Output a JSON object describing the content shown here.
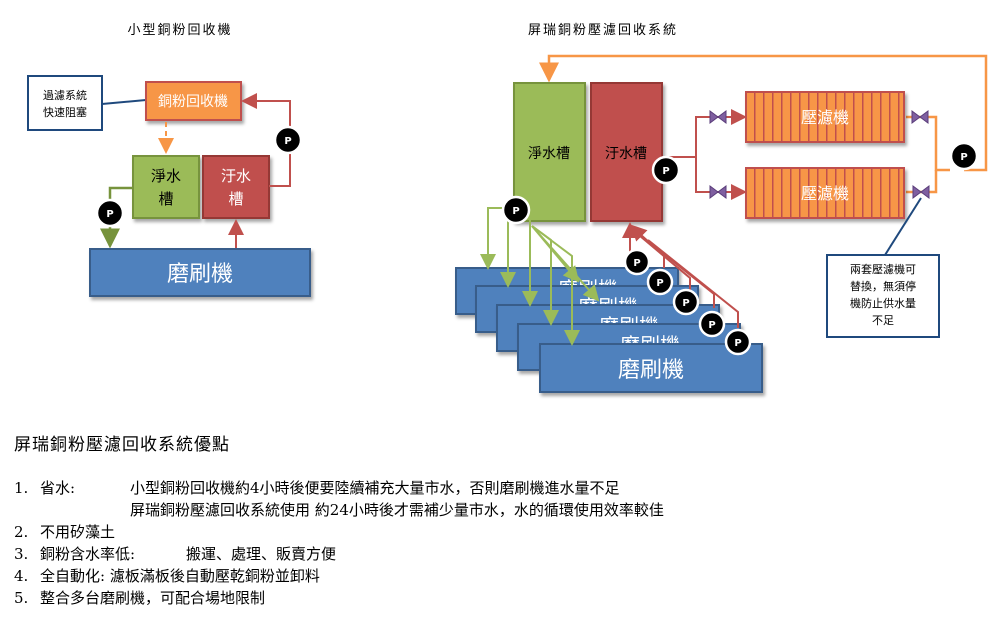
{
  "left_system": {
    "title": "小型銅粉回收機",
    "recycler": "銅粉回收機",
    "clean_tank": [
      "淨水",
      "槽"
    ],
    "dirty_tank": [
      "汙水",
      "槽"
    ],
    "grinder": "磨刷機",
    "callout": [
      "過濾系統",
      "快速阻塞"
    ]
  },
  "right_system": {
    "title": "屏瑞銅粉壓濾回收系統",
    "clean_tank": "淨水槽",
    "dirty_tank": "汙水槽",
    "filter_1": "壓濾機",
    "filter_2": "壓濾機",
    "grinder": "磨刷機",
    "stacked_grinder_fragments": [
      "磨刷機",
      "磨刷機",
      "磨刷機",
      "磨刷機"
    ],
    "callout": [
      "兩套壓濾機可",
      "替換，無須停",
      "機防止供水量",
      "不足"
    ]
  },
  "pump_label": "P",
  "advantages": {
    "heading": "屏瑞銅粉壓濾回收系統優點",
    "items": [
      {
        "num": "1.",
        "label": "省水:",
        "text": "小型銅粉回收機約4小時後便要陸續補充大量市水，否則磨刷機進水量不足"
      },
      {
        "num": "",
        "label": "",
        "text": "屏瑞銅粉壓濾回收系統使用 約24小時後才需補少量市水，水的循環使用效率較佳"
      },
      {
        "num": "2.",
        "label": "",
        "text": "不用矽藻土"
      },
      {
        "num": "3.",
        "label": "銅粉含水率低:",
        "text": "搬運、處理、販賣方便"
      },
      {
        "num": "4.",
        "label": "",
        "text": "全自動化: 濾板滿板後自動壓乾銅粉並卸料"
      },
      {
        "num": "5.",
        "label": "",
        "text": "整合多台磨刷機，可配合場地限制"
      }
    ]
  },
  "colors": {
    "orange": "#f79646",
    "green": "#9bbb59",
    "red": "#c0504d",
    "blue": "#4f81bd",
    "navy": "#1f497d",
    "valve": "#7f5fa0"
  }
}
